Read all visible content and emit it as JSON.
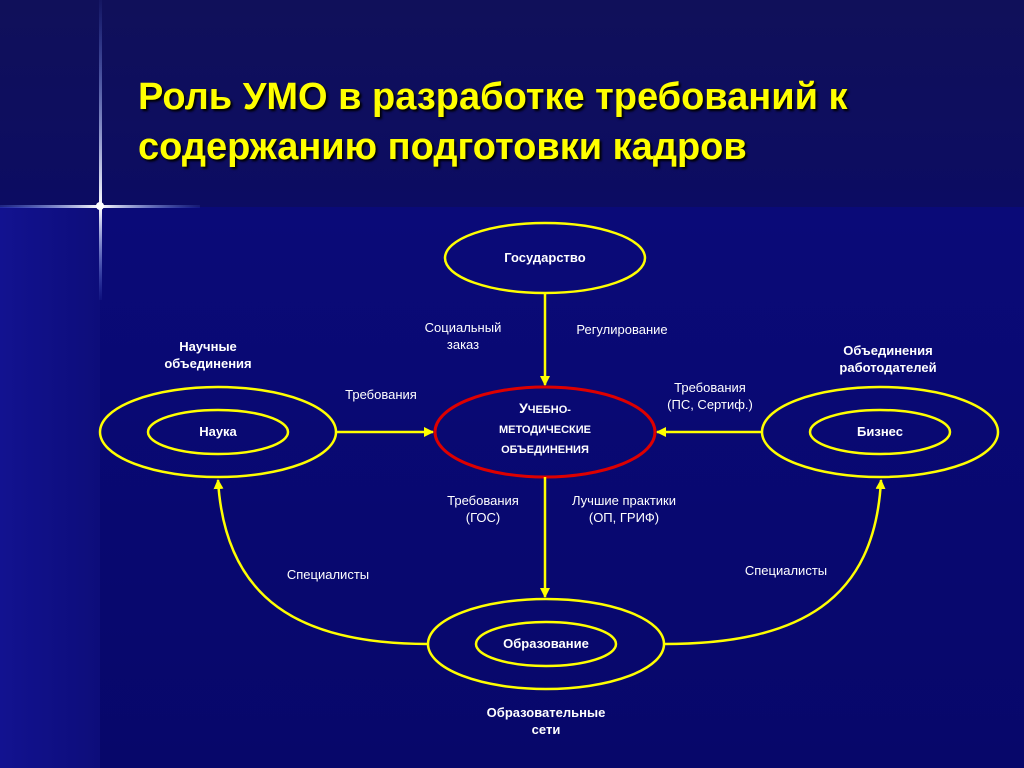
{
  "slide": {
    "title_line1": "Роль УМО в разработке требований к",
    "title_line2": "содержанию подготовки кадров"
  },
  "nodes": {
    "state": "Государство",
    "science": "Наука",
    "business": "Бизнес",
    "education": "Образование",
    "umo_line1_first": "У",
    "umo_line1_rest": "чебно-",
    "umo_line2": "методические",
    "umo_line3": "объединения"
  },
  "groups": {
    "science_assoc_line1": "Научные",
    "science_assoc_line2": "объединения",
    "employer_assoc_line1": "Объединения",
    "employer_assoc_line2": "работодателей",
    "edu_networks_line1": "Образовательные",
    "edu_networks_line2": "сети"
  },
  "edges": {
    "social_order_line1": "Социальный",
    "social_order_line2": "заказ",
    "regulation": "Регулирование",
    "requirements_left": "Требования",
    "requirements_right_line1": "Требования",
    "requirements_right_line2": "(ПС, Сертиф.)",
    "requirements_down_line1": "Требования",
    "requirements_down_line2": "(ГОС)",
    "best_practices_line1": "Лучшие практики",
    "best_practices_line2": "(ОП, ГРИФ)",
    "specialists_left": "Специалисты",
    "specialists_right": "Специалисты"
  },
  "colors": {
    "title": "#ffff00",
    "outline": "#ffff00",
    "umo_outline": "#dd0000",
    "text": "#ffffff",
    "background": "#0a0a78"
  }
}
